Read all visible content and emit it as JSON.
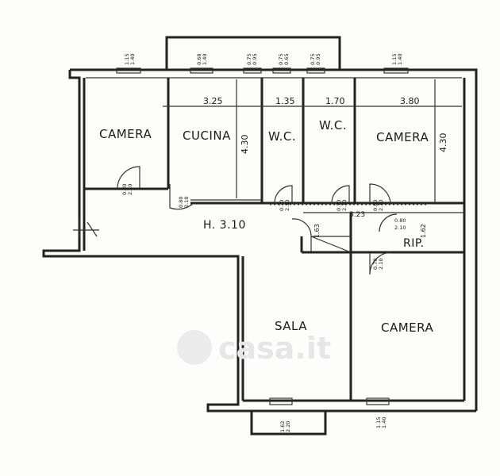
{
  "rooms": {
    "camera_1": "CAMERA",
    "cucina": "CUCINA",
    "wc_1": "W.C.",
    "wc_2": "W.C.",
    "camera_2": "CAMERA",
    "sala": "SALA",
    "camera_3": "CAMERA",
    "rip": "RIP."
  },
  "dimensions": {
    "cucina_w": "3.25",
    "wc1_w": "1.35",
    "wc2_w": "1.70",
    "camera2_w": "3.80",
    "cucina_h": "4.30",
    "camera2_h": "4.30",
    "hall_h": "H. 3.10",
    "corridor": "3.23",
    "rip_h": "1.62",
    "hall_small": "1.63"
  },
  "openings": {
    "top_1": [
      "1.15",
      "1.40"
    ],
    "top_2": [
      "0.68",
      "1.40"
    ],
    "top_3": [
      "0.75",
      "0.95"
    ],
    "top_4": [
      "0.75",
      "0.65"
    ],
    "top_5": [
      "0.75",
      "0.95"
    ],
    "top_6": [
      "1.15",
      "1.40"
    ],
    "door_camera1": [
      "0.80",
      "2.10"
    ],
    "door_cucina": [
      "0.80",
      "2.10"
    ],
    "door_wc1": [
      "0.70",
      "2.10"
    ],
    "door_wc2": [
      "0.70",
      "2.10"
    ],
    "door_camera2": [
      "0.80",
      "2.10"
    ],
    "door_rip": [
      "0.80",
      "2.10"
    ],
    "door_rip2": [
      "0.70",
      "2.10"
    ],
    "bottom_sala": [
      "1.62",
      "2.20"
    ],
    "bottom_camera": [
      "1.15",
      "1.40"
    ]
  },
  "watermark": "casa.it"
}
